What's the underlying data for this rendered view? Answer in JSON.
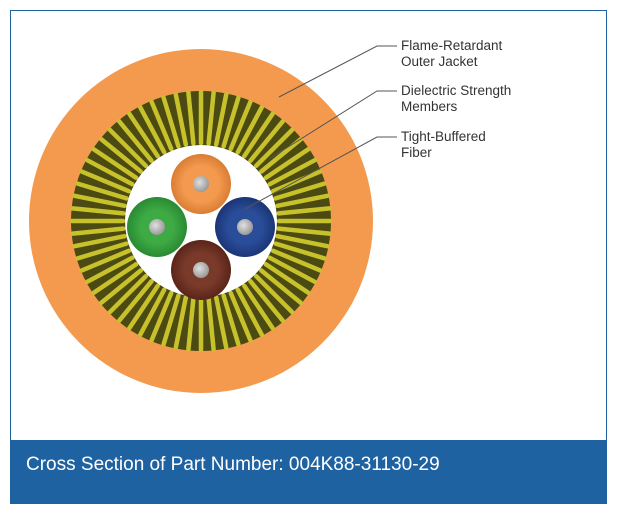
{
  "callouts": [
    {
      "name": "outer-jacket",
      "lines": [
        "Flame-Retardant",
        "Outer Jacket"
      ]
    },
    {
      "name": "strength-members",
      "lines": [
        "Dielectric Strength",
        "Members"
      ]
    },
    {
      "name": "buffered-fiber",
      "lines": [
        "Tight-Buffered",
        "Fiber"
      ]
    }
  ],
  "caption": "Cross Section of Part Number: 004K88-31130-29",
  "colors": {
    "frame": "#1f62a1",
    "jacket": "#f39a4f",
    "aramid_light": "#c7c22b",
    "aramid_dark": "#4c4a13",
    "core": "#ffffff",
    "fiber_orange": "#f39a4f",
    "fiber_blue": "#2a4d9a",
    "fiber_green": "#3daa44",
    "fiber_brown": "#7a3a2a",
    "fiber_center": "#bdbdbd",
    "leader": "#555555"
  },
  "fibers": [
    "orange",
    "blue",
    "green",
    "brown"
  ]
}
